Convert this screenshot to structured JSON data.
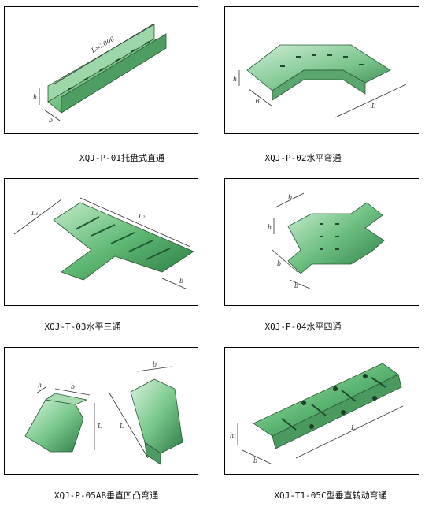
{
  "catalog": {
    "items": [
      {
        "caption": "XQJ-P-01托盘式直通",
        "dims": {
          "length": "L=2000",
          "height": "h",
          "width": "b"
        }
      },
      {
        "caption": "XQJ-P-02水平弯通",
        "dims": {
          "height": "h",
          "width": "B",
          "length": "L"
        }
      },
      {
        "caption": "XQJ-T-03水平三通",
        "dims": {
          "length1": "L₁",
          "length2": "L₂",
          "width": "b"
        }
      },
      {
        "caption": "XQJ-P-04水平四通",
        "dims": {
          "a": "b",
          "b": "h",
          "c": "b",
          "d": "b"
        }
      },
      {
        "caption": "XQJ-P-05AB垂直凹凸弯通",
        "dims": {
          "a": "h",
          "b": "b",
          "c": "L",
          "d": "b",
          "e": "L"
        }
      },
      {
        "caption": "XQJ-T1-05C型垂直转动弯通",
        "dims": {
          "height": "h₁",
          "width": "b",
          "length": "L"
        }
      }
    ]
  }
}
